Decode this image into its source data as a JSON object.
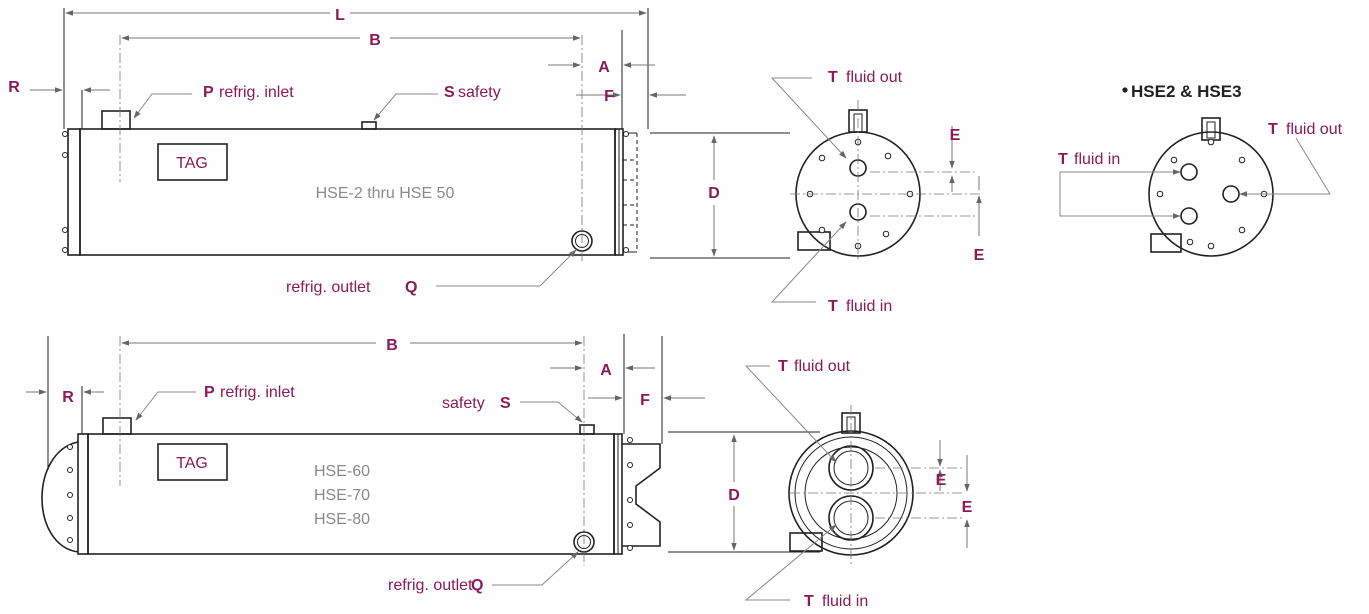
{
  "top": {
    "dim_L": "L",
    "dim_B": "B",
    "dim_A": "A",
    "dim_F": "F",
    "dim_R": "R",
    "dim_D": "D",
    "dim_E1": "E",
    "dim_E2": "E",
    "inlet_letter": "P",
    "inlet_text": "refrig. inlet",
    "safety_letter": "S",
    "safety_text": "safety",
    "outlet_text": "refrig. outlet",
    "outlet_letter": "Q",
    "tag": "TAG",
    "model": "HSE-2 thru HSE 50",
    "fluid_out_letter": "T",
    "fluid_out_text": "fluid out",
    "fluid_in_letter": "T",
    "fluid_in_text": "fluid in"
  },
  "variant": {
    "heading": "HSE2 & HSE3",
    "fluid_in_letter": "T",
    "fluid_in_text": "fluid in",
    "fluid_out_letter": "T",
    "fluid_out_text": "fluid out"
  },
  "bottom": {
    "dim_B": "B",
    "dim_A": "A",
    "dim_F": "F",
    "dim_R": "R",
    "dim_D": "D",
    "dim_E1": "E",
    "dim_E2": "E",
    "inlet_letter": "P",
    "inlet_text": "refrig. inlet",
    "safety_text": "safety",
    "safety_letter": "S",
    "outlet_text": "refrig. outlet",
    "outlet_letter": "Q",
    "tag": "TAG",
    "model_lines": [
      "HSE-60",
      "HSE-70",
      "HSE-80"
    ],
    "fluid_out_letter": "T",
    "fluid_out_text": "fluid out",
    "fluid_in_letter": "T",
    "fluid_in_text": "fluid in"
  }
}
